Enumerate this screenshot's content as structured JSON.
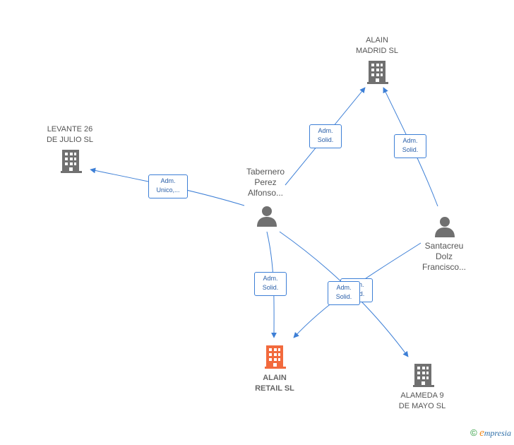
{
  "colors": {
    "edge": "#3d7fd6",
    "company": "#707070",
    "company_highlight": "#f26a3d",
    "person": "#707070"
  },
  "nodes": {
    "alain_madrid": {
      "label_1": "ALAIN",
      "label_2": "MADRID SL",
      "icon": "building-icon"
    },
    "levante": {
      "label_1": "LEVANTE 26",
      "label_2": "DE JULIO SL",
      "icon": "building-icon"
    },
    "tabernero": {
      "label_1": "Tabernero",
      "label_2": "Perez",
      "label_3": "Alfonso...",
      "icon": "person-icon"
    },
    "santacreu": {
      "label_1": "Santacreu",
      "label_2": "Dolz",
      "label_3": "Francisco...",
      "icon": "person-icon"
    },
    "alain_retail": {
      "label_1": "ALAIN",
      "label_2": "RETAIL SL",
      "icon": "building-icon"
    },
    "alameda": {
      "label_1": "ALAMEDA 9",
      "label_2": "DE MAYO SL",
      "icon": "building-icon"
    }
  },
  "edges": {
    "tab_madrid": {
      "line1": "Adm.",
      "line2": "Solid."
    },
    "santa_madrid": {
      "line1": "Adm.",
      "line2": "Solid."
    },
    "tab_levante": {
      "line1": "Adm.",
      "line2": "Unico,..."
    },
    "tab_retail": {
      "line1": "Adm.",
      "line2": "Solid."
    },
    "tab_alameda": {
      "line1": "Adm.",
      "line2": "Solid."
    },
    "santa_retail": {
      "line1": "Adm.",
      "line2": "Solid."
    }
  },
  "footer": {
    "copyright": "©",
    "brand_initial": "e",
    "brand_rest": "mpresia"
  }
}
